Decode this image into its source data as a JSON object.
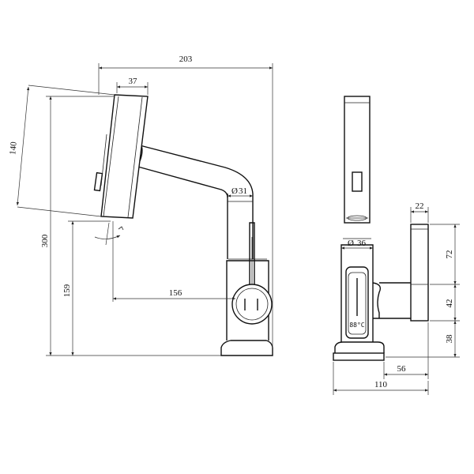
{
  "side_view": {
    "dimensions": {
      "overall_width": "203",
      "spout_head_width": "37",
      "head_height": "140",
      "total_height": "300",
      "spout_height": "159",
      "reach": "156",
      "spout_diameter": "31",
      "diameter_symbol": "Ø"
    }
  },
  "front_view": {
    "dimensions": {
      "handle_width": "22",
      "handle_height": "72",
      "body_diameter": "36",
      "diameter_symbol": "Ø",
      "lever_height": "42",
      "base_height": "38",
      "handle_offset": "56",
      "base_width": "110"
    },
    "display_reading": "88°C"
  }
}
